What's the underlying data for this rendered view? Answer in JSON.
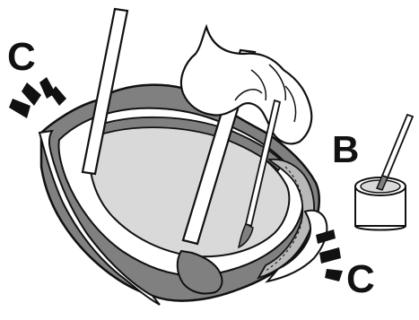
{
  "callouts": {
    "c_top": "C",
    "b": "B",
    "c_bottom": "C"
  },
  "colors": {
    "ink": "#111111",
    "dark_gray": "#808080",
    "mid_gray": "#b9b9b9",
    "light_gray": "#d9d9d9",
    "background": "#ffffff"
  }
}
